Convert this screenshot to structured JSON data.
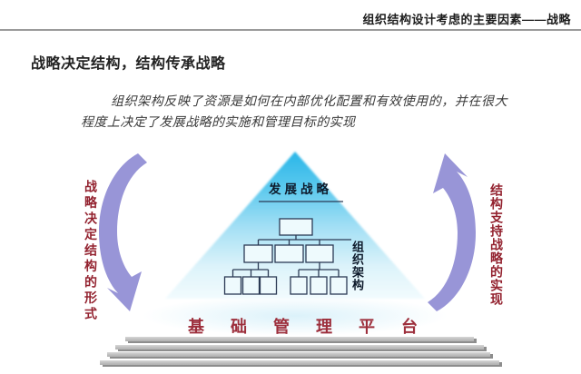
{
  "header": {
    "title": "组织结构设计考虑的主要因素——战略"
  },
  "slide": {
    "title": "战略决定结构，结构传承战略",
    "paragraph": "组织架构反映了资源是如何在内部优化配置和有效使用的，并在很大程度上决定了发展战略的实施和管理目标的实现"
  },
  "pyramid": {
    "apex_label": "发展战略",
    "org_chart_label": "组织架构",
    "base_label": "基础管理平台"
  },
  "side_arrows": {
    "left_label": "战略决定结构的形式",
    "right_label": "结构支持战略的实现"
  },
  "colors": {
    "pyramid_top": "#29b6e8",
    "pyramid_bottom": "#f2fbfe",
    "arrow_purple": "#9895d7",
    "accent_red": "#9d2f3c",
    "title_black": "#232323",
    "rule_gray": "#9b9b9b",
    "org_line": "#2b3a55"
  }
}
